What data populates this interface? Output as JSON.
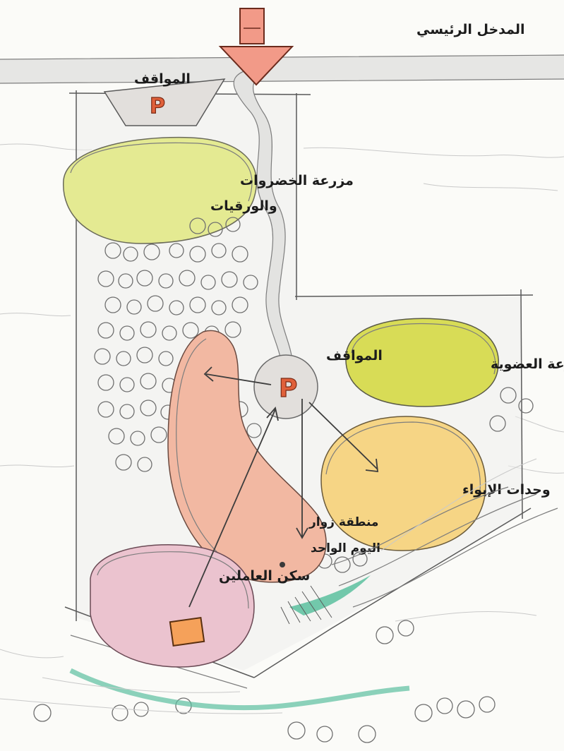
{
  "labels": {
    "main_entrance": "المدخل الرئيسي",
    "parking_top": "المواقف",
    "parking_center": "المواقف",
    "vegetable_farm_line1": "مزرعة الخضروات",
    "vegetable_farm_line2": "والورقيات",
    "organic_farm": "المزرعة العضوية",
    "accommodation_units": "وحدات الإيواء",
    "day_visitors_line1": "منطقة زوار",
    "day_visitors_line2": "اليوم الواحد",
    "workers_housing": "سكن العاملين",
    "parking_symbol": "P"
  },
  "colors": {
    "paper": "#fbfbf8",
    "road": "#e6e6e4",
    "vegetable_farm": "#e4ea92",
    "organic_farm": "#d8dc56",
    "accommodation": "#f6d585",
    "day_visitors": "#f2b8a2",
    "workers_housing": "#ebc3cf",
    "parking_pad": "#e2dfdc",
    "entrance_arrow": "#f29a88",
    "water": "#5bbf9f",
    "building": "#f5a15a"
  }
}
